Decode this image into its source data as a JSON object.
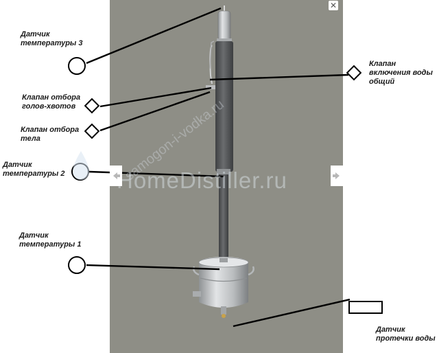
{
  "viewer": {
    "close_icon": "close-icon",
    "prev_icon": "arrow-left-icon",
    "next_icon": "arrow-right-icon",
    "background": "#8e8e86"
  },
  "watermarks": {
    "main": "HomeDistiller.ru",
    "diagonal": "samogon-i-vodka.ru"
  },
  "labels": {
    "temp_sensor_3": {
      "line1": "Датчик",
      "line2": "температуры  3"
    },
    "water_valve_main": {
      "line1": "Клапан",
      "line2": "включения воды",
      "line3": "общий"
    },
    "heads_tails_valve": {
      "line1": "Клапан отбора",
      "line2": "голов-хвотов"
    },
    "body_valve": {
      "line1": "Клапан отбора",
      "line2": "тела"
    },
    "temp_sensor_2": {
      "line1": "Датчик",
      "line2": "температуры 2"
    },
    "temp_sensor_1": {
      "line1": "Датчик",
      "line2": "температуры 1"
    },
    "leak_sensor": {
      "line1": "Датчик",
      "line2": "протечки воды"
    }
  },
  "colors": {
    "marker_fill": "#ffffff",
    "marker_stroke": "#000000",
    "column": "#5b5d5f",
    "steel": "#c4c6c8"
  }
}
